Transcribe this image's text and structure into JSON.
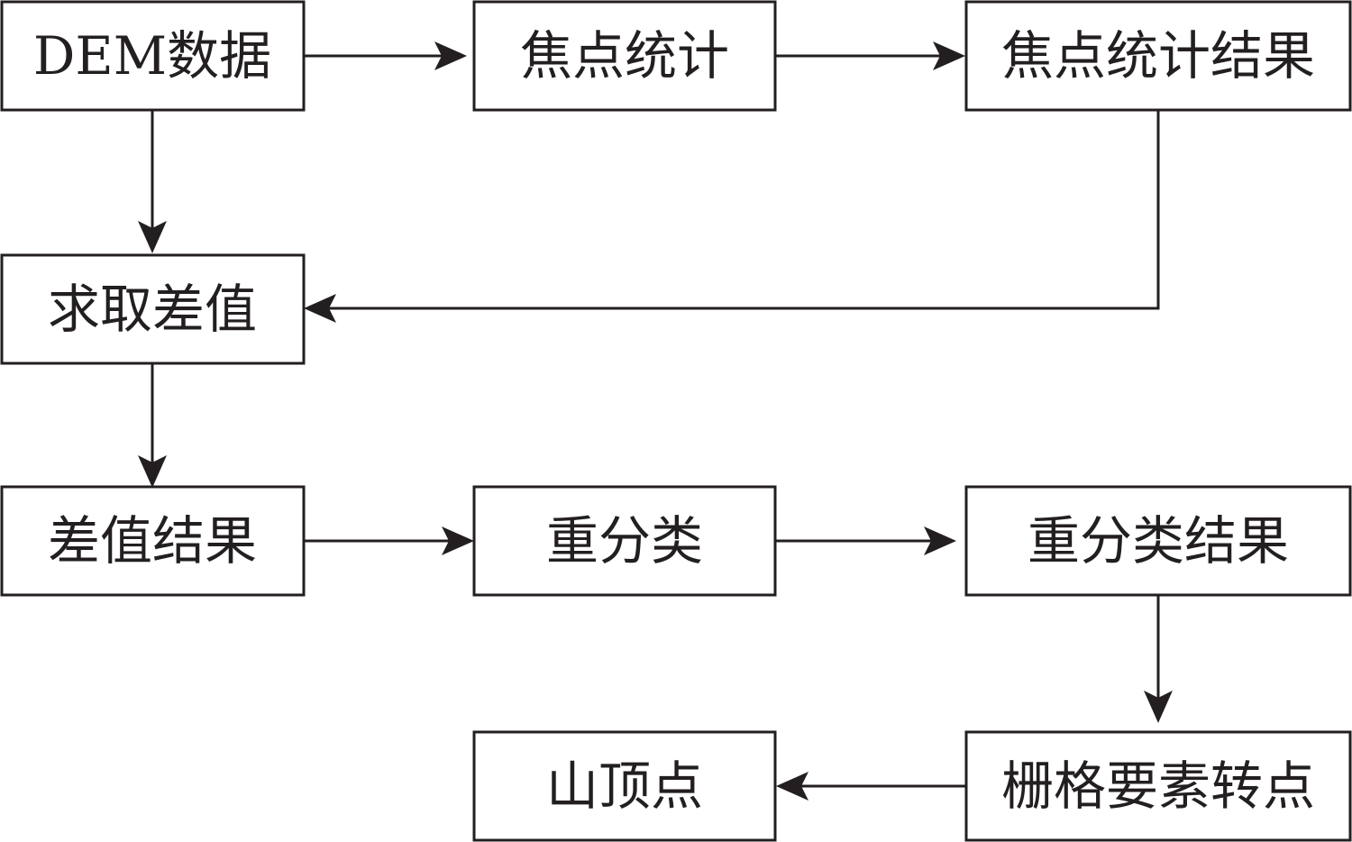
{
  "nodes": {
    "dem": "DEM数据",
    "focal": "焦点统计",
    "focal_result": "焦点统计结果",
    "diff": "求取差值",
    "diff_result": "差值结果",
    "reclass": "重分类",
    "reclass_result": "重分类结果",
    "peak": "山顶点",
    "raster_to_point": "栅格要素转点"
  },
  "edges": [
    {
      "from": "dem",
      "to": "focal"
    },
    {
      "from": "focal",
      "to": "focal_result"
    },
    {
      "from": "dem",
      "to": "diff"
    },
    {
      "from": "focal_result",
      "to": "diff"
    },
    {
      "from": "diff",
      "to": "diff_result"
    },
    {
      "from": "diff_result",
      "to": "reclass"
    },
    {
      "from": "reclass",
      "to": "reclass_result"
    },
    {
      "from": "reclass_result",
      "to": "raster_to_point"
    },
    {
      "from": "raster_to_point",
      "to": "peak"
    }
  ],
  "colors": {
    "stroke": "#231f20",
    "fill": "#ffffff",
    "text": "#231f20"
  }
}
